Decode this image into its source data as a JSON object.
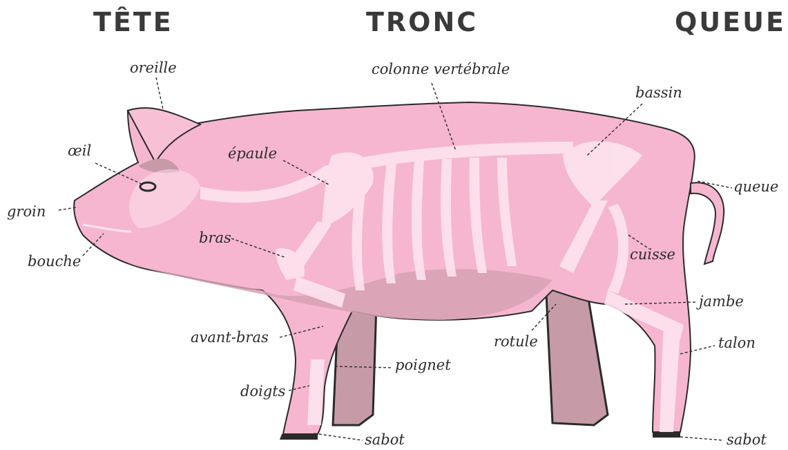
{
  "sections": {
    "head": "TÊTE",
    "trunk": "TRONC",
    "tail": "QUEUE"
  },
  "labels": {
    "oreille": "oreille",
    "colonne": "colonne vertébrale",
    "bassin": "bassin",
    "oeil": "œil",
    "epaule": "épaule",
    "groin": "groin",
    "queue": "queue",
    "bouche": "bouche",
    "bras": "bras",
    "cuisse": "cuisse",
    "jambe": "jambe",
    "avant_bras": "avant-bras",
    "rotule": "rotule",
    "talon": "talon",
    "poignet": "poignet",
    "doigts": "doigts",
    "sabot_front": "sabot",
    "sabot_back": "sabot"
  },
  "colors": {
    "body": "#f6b6cf",
    "body_dark": "#d6a2b3",
    "shadow": "#c79aa7",
    "bone": "#fde4ee",
    "outline": "#2a2a2a",
    "title": "#3a3a3a"
  }
}
